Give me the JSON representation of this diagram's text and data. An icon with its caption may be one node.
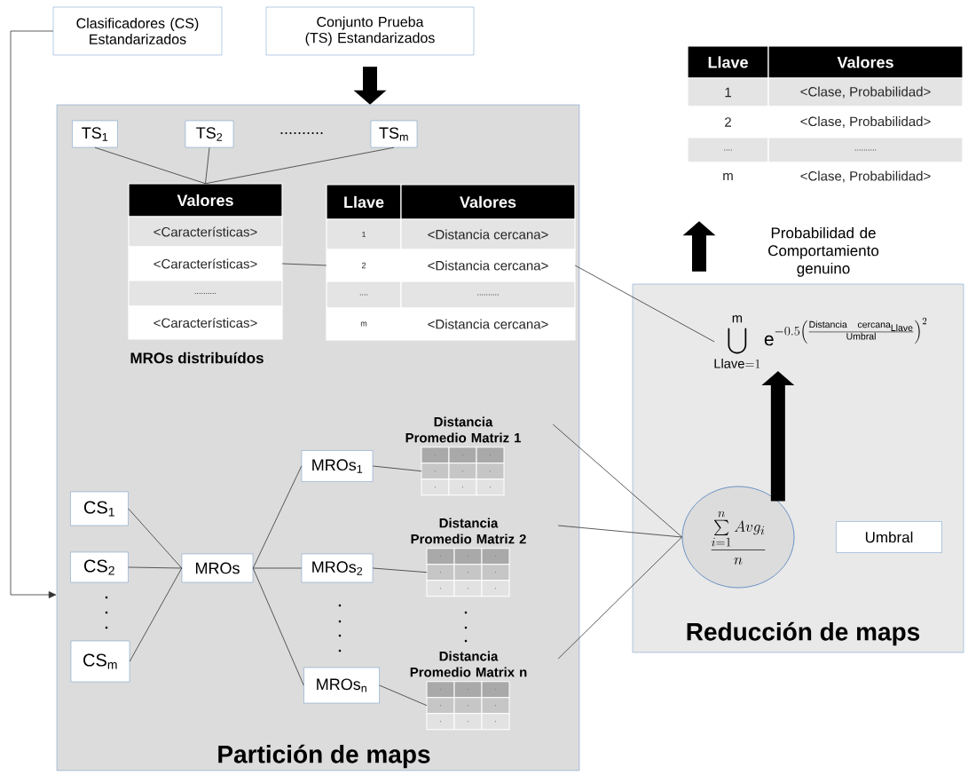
{
  "diagram": {
    "nodes": [
      {
        "text": [
          "Partición de maps"
        ]
      },
      {
        "text": [
          "Reducción de maps"
        ]
      },
      {
        "text": [
          "Clasificadores (CS) Estandarizados"
        ]
      },
      {
        "text": [
          "Conjunto Prueba (TS) Estandarizados"
        ]
      },
      {
        "text": [
          "TS$_{1}$"
        ],
        "in": 0
      },
      {
        "text": [
          "TS$_{2}$"
        ],
        "in": 0
      },
      {
        "text": [
          "TS$_{m}$"
        ],
        "in": 0
      },
      {
        "text": [
          "Valores",
          "<Características>",
          "<Características>",
          "..........",
          "<Características>"
        ],
        "beside": [
          "MROs distribuídos"
        ],
        "in": 0
      },
      {
        "text": [
          "Llave",
          "Valores",
          "1",
          "<Distancia cercana>",
          "2",
          "<Distancia cercana>",
          "....",
          "..........",
          "m",
          "<Distancia cercana>"
        ],
        "in": 0
      },
      {
        "text": [
          "CS$_{1}$"
        ],
        "in": 0
      },
      {
        "text": [
          "CS$_{2}$"
        ],
        "in": 0
      },
      {
        "text": [
          "CS$_{m}$"
        ],
        "in": 0
      },
      {
        "text": [
          "MROs"
        ],
        "in": 0
      },
      {
        "text": [
          "MROs$_{1}$"
        ],
        "in": 0
      },
      {
        "text": [
          "MROs$_{2}$"
        ],
        "in": 0
      },
      {
        "text": [
          "MROs$_{n}$"
        ],
        "in": 0
      },
      {
        "text": [
          "Distancia Promedio Matriz 1"
        ],
        "in": 0
      },
      {
        "text": [
          "Distancia Promedio Matriz 2"
        ],
        "in": 0
      },
      {
        "text": [
          "Distancia Promedio Matrix n"
        ],
        "in": 0
      },
      {
        "text": [
          "\\frac{\\sum\\limits_{i=1}^{n} Avg_{i}}{n}"
        ],
        "in": 1
      },
      {
        "text": [
          "Umbral"
        ],
        "in": 1
      },
      {
        "text": [
          "\\bigcup_{\\mathrm{Llave}=1}^{\\mathrm{m}} \\mathrm{e}^{-0.5\\left(\\frac{\\mathrm{Distancia\\ \\ cercana}_{\\mathrm{Llave}}}{\\mathrm{Umbral}}\\right)^{2}}"
        ],
        "in": 1
      },
      {
        "text": [
          "Llave",
          "Valores",
          "1",
          "<Clase, Probabilidad>",
          "2",
          "<Clase, Probabilidad>",
          "....",
          "..........",
          "m",
          "<Clase, Probabilidad>"
        ]
      }
    ],
    "edges": [
      {
        "from": 2,
        "to": 0,
        "arrow": "to"
      },
      {
        "from": 3,
        "to": 0,
        "arrow": "to",
        "style": "thick"
      },
      {
        "from": 4,
        "to": 7,
        "arrow": "none"
      },
      {
        "from": 5,
        "to": 7,
        "arrow": "none"
      },
      {
        "from": 6,
        "to": 7,
        "arrow": "none"
      },
      {
        "from": 7,
        "to": 8,
        "arrow": "none"
      },
      {
        "from": 8,
        "to": 21,
        "arrow": "none"
      },
      {
        "from": 9,
        "to": 12,
        "arrow": "none"
      },
      {
        "from": 10,
        "to": 12,
        "arrow": "none"
      },
      {
        "from": 11,
        "to": 12,
        "arrow": "none"
      },
      {
        "from": 12,
        "to": 13,
        "arrow": "none"
      },
      {
        "from": 12,
        "to": 14,
        "arrow": "none"
      },
      {
        "from": 12,
        "to": 15,
        "arrow": "none"
      },
      {
        "from": 13,
        "to": 16,
        "arrow": "none"
      },
      {
        "from": 14,
        "to": 17,
        "arrow": "none"
      },
      {
        "from": 15,
        "to": 18,
        "arrow": "none"
      },
      {
        "from": 16,
        "to": 19,
        "arrow": "none"
      },
      {
        "from": 17,
        "to": 19,
        "arrow": "none"
      },
      {
        "from": 18,
        "to": 19,
        "arrow": "none"
      },
      {
        "from": 19,
        "to": 21,
        "arrow": "to",
        "style": "thick"
      },
      {
        "from": 1,
        "to": 22,
        "arrow": "to",
        "style": "thick",
        "label": "Probabilidad de Comportamiento genuino"
      }
    ],
    "labels": [
      ".........."
    ]
  }
}
